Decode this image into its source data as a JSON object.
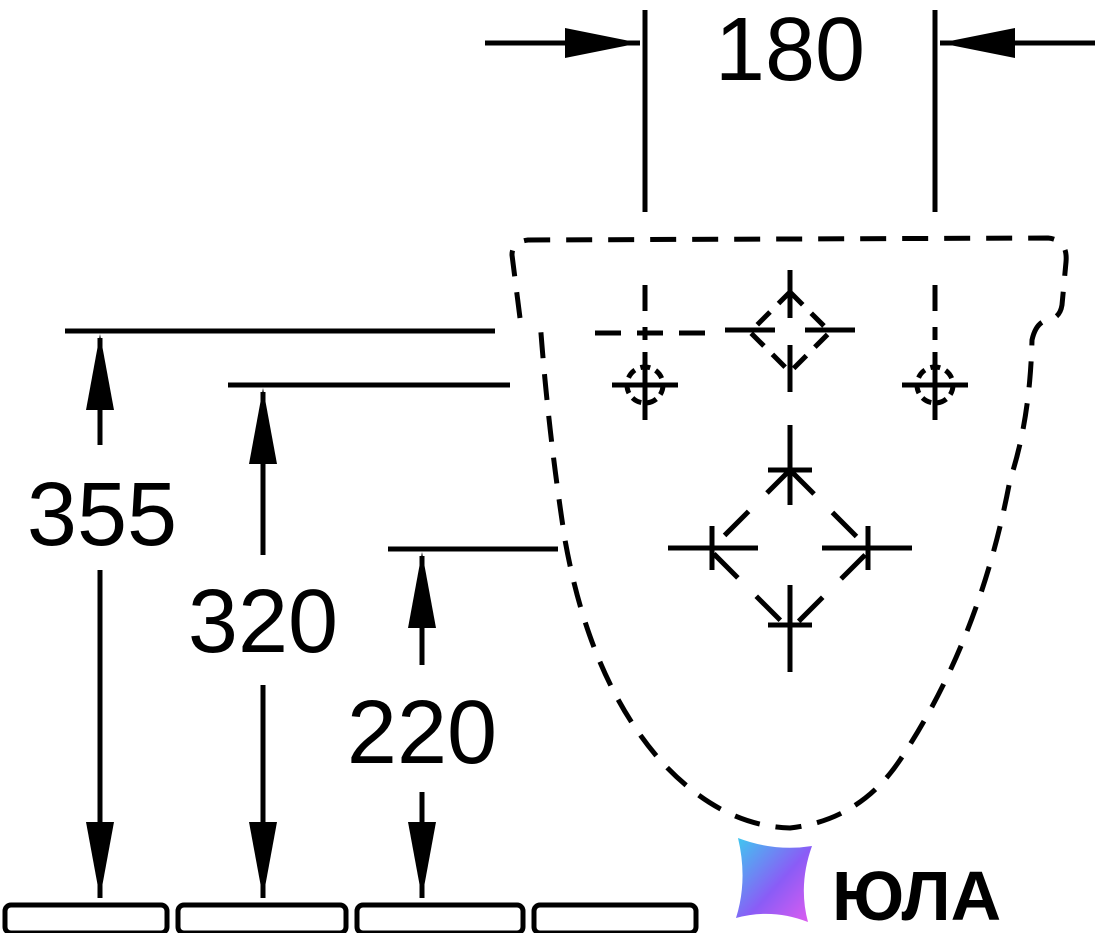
{
  "dimensions": {
    "width_top": "180",
    "height_355": "355",
    "height_320": "320",
    "height_220": "220"
  },
  "watermark": {
    "text": "ЮЛА",
    "gradient_colors": [
      "#3ec9f0",
      "#8a5cf6",
      "#e05cf0"
    ]
  },
  "icons": {
    "small_mount": "crosshair-circle-icon",
    "medium_mount": "crosshair-diamond-icon",
    "large_mount": "crosshair-diamond-large-icon",
    "logo_mark": "star-logo-icon"
  },
  "colors": {
    "line": "#000000",
    "background": "#ffffff"
  }
}
